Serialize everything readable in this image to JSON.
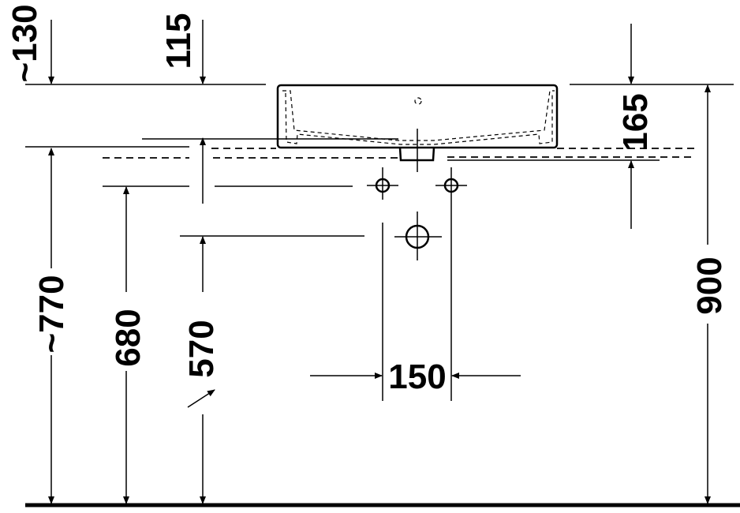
{
  "dimensions": {
    "top_left": "~130",
    "top_mid": "115",
    "basin_height": "165",
    "total_height": "900",
    "overflow_height": "~770",
    "supply_height": "680",
    "drain_height": "570",
    "supply_spacing": "150"
  }
}
